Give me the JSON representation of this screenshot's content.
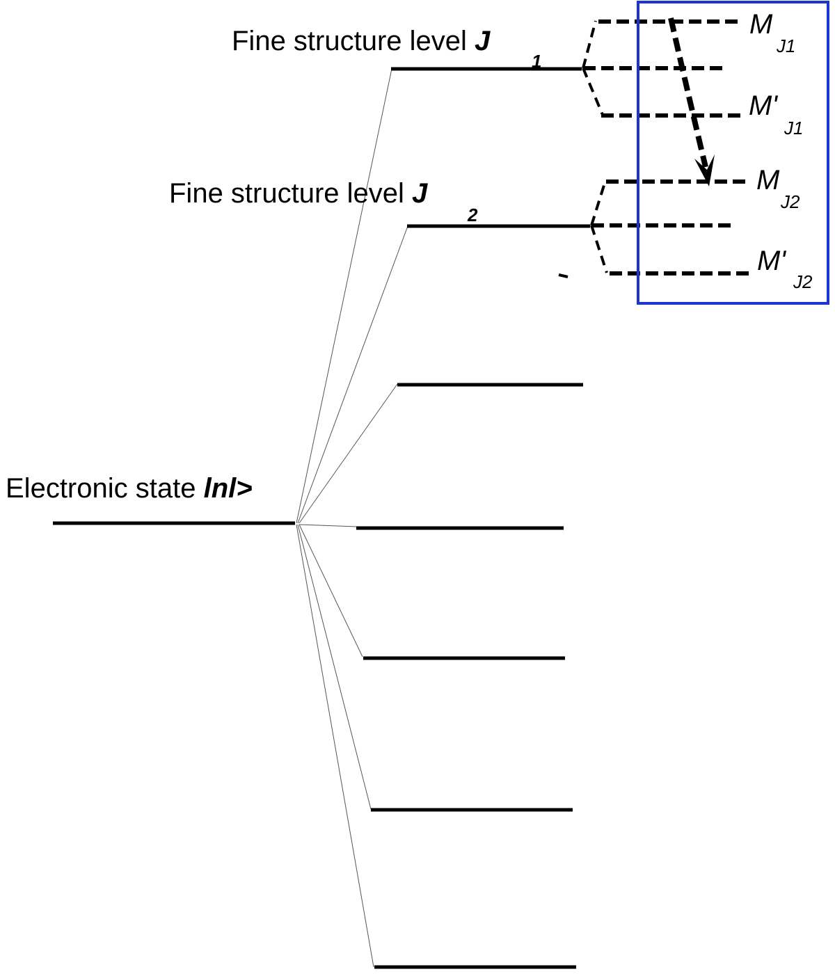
{
  "diagram": {
    "type": "energy-level-diagram",
    "highlight_color": "#1a35d1",
    "labels": {
      "electronic_state": {
        "prefix": "Electronic state ",
        "symbol": "lnl>"
      },
      "fine_j1": {
        "prefix": "Fine structure level ",
        "symbol": "J",
        "subscript": "1"
      },
      "fine_j2": {
        "prefix": "Fine structure level ",
        "symbol": "J",
        "subscript": "2"
      },
      "m_j1": {
        "symbol": "M",
        "subscript": "J1"
      },
      "mp_j1": {
        "symbol": "M'",
        "subscript": "J1"
      },
      "m_j2": {
        "symbol": "M",
        "subscript": "J2"
      },
      "mp_j2": {
        "symbol": "M'",
        "subscript": "J2"
      }
    },
    "fine_structure_level_count": 7,
    "sublevels_per_fine_level": 3,
    "transition": {
      "from": "M_J1",
      "to": "M_J2"
    }
  }
}
